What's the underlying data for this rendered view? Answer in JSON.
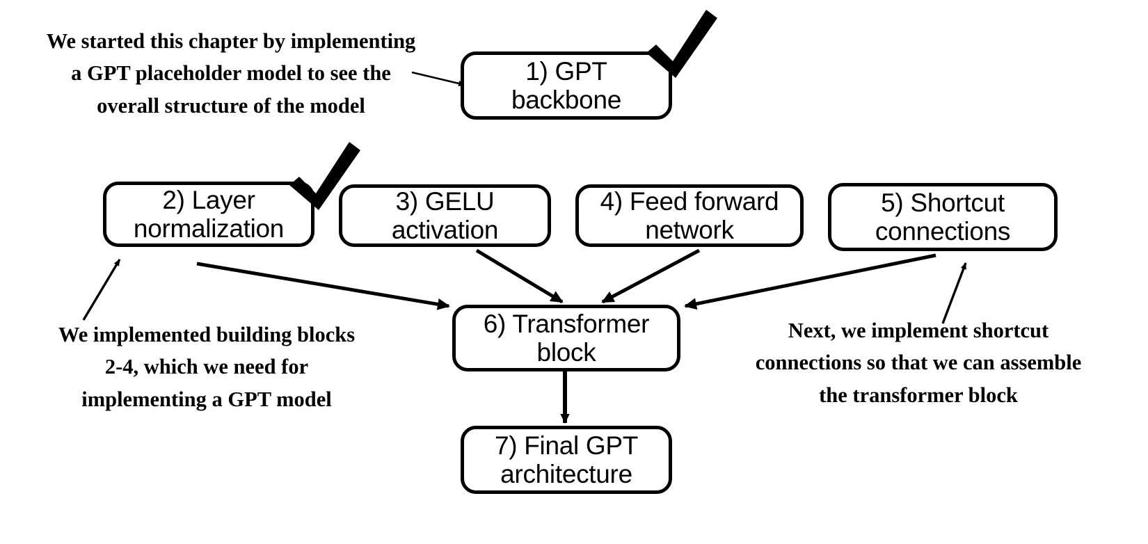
{
  "diagram": {
    "title": "GPT implementation chapter roadmap",
    "background_color": "#ffffff",
    "stroke_color": "#000000",
    "nodes": [
      {
        "id": "gpt-backbone",
        "label": "1) GPT\nbackbone",
        "checked": true
      },
      {
        "id": "layer-normalization",
        "label": "2) Layer\nnormalization",
        "checked": true
      },
      {
        "id": "gelu-activation",
        "label": "3) GELU\nactivation",
        "checked": false
      },
      {
        "id": "feed-forward",
        "label": "4) Feed forward\nnetwork",
        "checked": false
      },
      {
        "id": "shortcut-connections",
        "label": "5) Shortcut\nconnections",
        "checked": false
      },
      {
        "id": "transformer-block",
        "label": "6) Transformer\nblock",
        "checked": false
      },
      {
        "id": "final-gpt",
        "label": "7) Final GPT\narchitecture",
        "checked": false
      }
    ],
    "notes": [
      {
        "id": "note-backbone",
        "text": "We started this chapter by implementing\na GPT placeholder model to see the\noverall structure of the model"
      },
      {
        "id": "note-building-blocks",
        "text": "We implemented building blocks\n2-4, which we need for\nimplementing a GPT model"
      },
      {
        "id": "note-shortcut",
        "text": "Next, we implement shortcut\nconnections so that we can assemble\nthe transformer block"
      }
    ],
    "edges": [
      {
        "from": "note-backbone",
        "to": "gpt-backbone"
      },
      {
        "from": "layer-normalization",
        "to": "transformer-block"
      },
      {
        "from": "gelu-activation",
        "to": "transformer-block"
      },
      {
        "from": "feed-forward",
        "to": "transformer-block"
      },
      {
        "from": "shortcut-connections",
        "to": "transformer-block"
      },
      {
        "from": "transformer-block",
        "to": "final-gpt"
      },
      {
        "from": "note-building-blocks",
        "to": "layer-normalization"
      },
      {
        "from": "note-shortcut",
        "to": "shortcut-connections"
      }
    ]
  }
}
